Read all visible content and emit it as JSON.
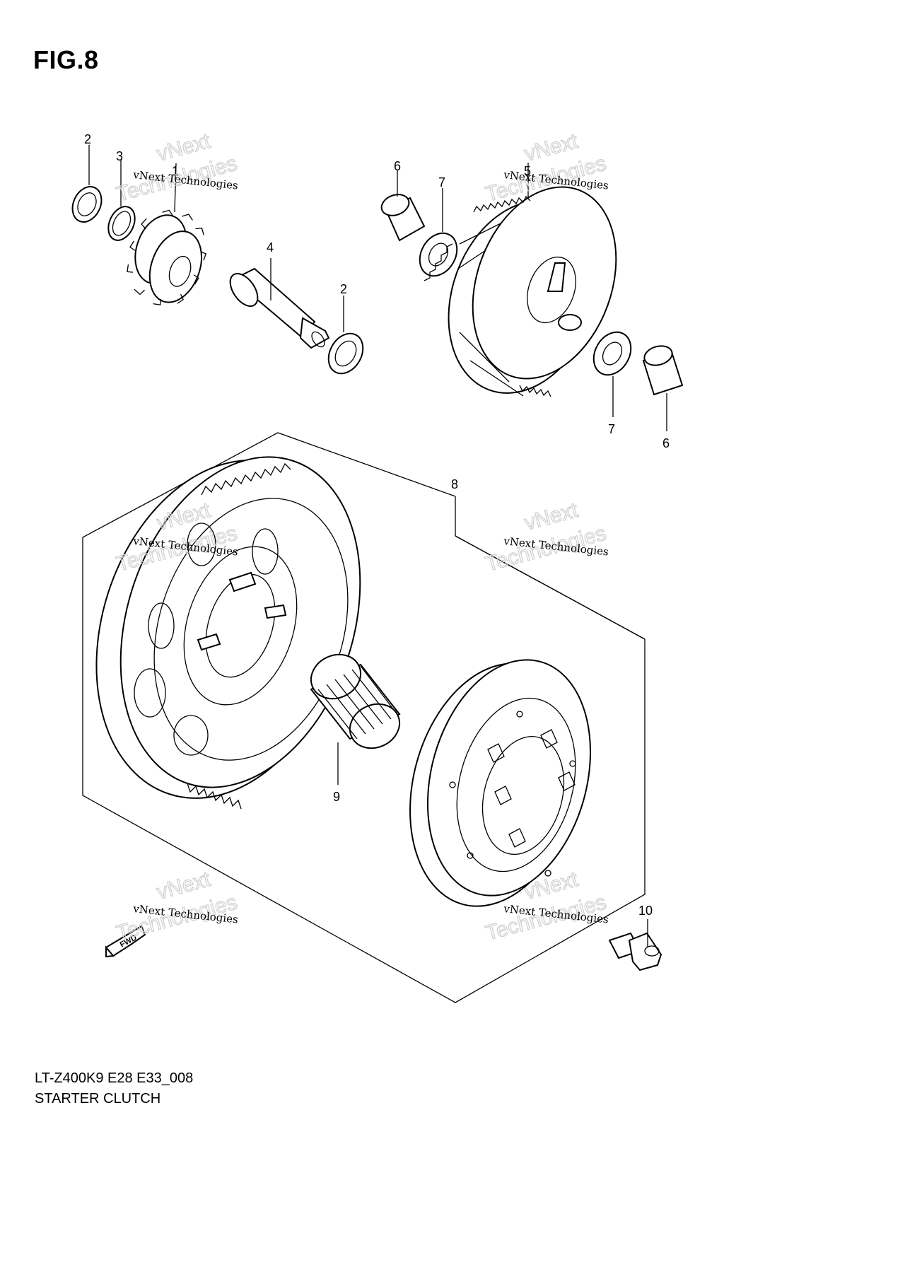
{
  "figure": {
    "title": "FIG.8",
    "model_code": "LT-Z400K9 E28 E33_008",
    "assembly_name": "STARTER CLUTCH"
  },
  "callouts": {
    "part_1": "1",
    "part_2a": "2",
    "part_2b": "2",
    "part_3": "3",
    "part_4": "4",
    "part_5": "5",
    "part_6a": "6",
    "part_6b": "6",
    "part_7a": "7",
    "part_7b": "7",
    "part_8": "8",
    "part_9": "9",
    "part_10": "10"
  },
  "watermark": {
    "small": "vNext Technologies",
    "big_line1": "vNext",
    "big_line2": "Technologies"
  },
  "direction_marker": {
    "label": "FWD",
    "icon": "forward-arrow-icon"
  }
}
